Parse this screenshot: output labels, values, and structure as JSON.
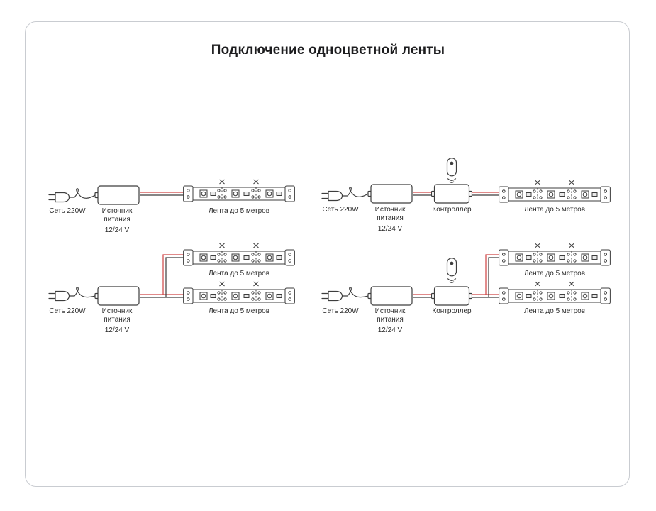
{
  "title": "Подключение одноцветной ленты",
  "diagrams": [
    {
      "name": "psu-strip",
      "components": [
        "plug",
        "power-supply",
        "led-strip"
      ],
      "mains_label": "Сеть 220W",
      "psu_label": [
        "Источник",
        "питания",
        "12/24 V"
      ],
      "strip_labels": [
        "Лента до 5 метров"
      ]
    },
    {
      "name": "psu-controller-strip",
      "components": [
        "plug",
        "power-supply",
        "controller",
        "remote",
        "led-strip"
      ],
      "mains_label": "Сеть 220W",
      "psu_label": [
        "Источник",
        "питания",
        "12/24 V"
      ],
      "controller_label": "Контроллер",
      "strip_labels": [
        "Лента до 5 метров"
      ]
    },
    {
      "name": "psu-two-strips",
      "components": [
        "plug",
        "power-supply",
        "led-strip",
        "led-strip"
      ],
      "mains_label": "Сеть 220W",
      "psu_label": [
        "Источник",
        "питания",
        "12/24 V"
      ],
      "strip_labels": [
        "Лента до 5 метров",
        "Лента до 5 метров"
      ]
    },
    {
      "name": "psu-controller-two-strips",
      "components": [
        "plug",
        "power-supply",
        "controller",
        "remote",
        "led-strip",
        "led-strip"
      ],
      "mains_label": "Сеть 220W",
      "psu_label": [
        "Источник",
        "питания",
        "12/24 V"
      ],
      "controller_label": "Контроллер",
      "strip_labels": [
        "Лента до 5 метров",
        "Лента до 5 метров"
      ]
    }
  ],
  "colors": {
    "wire_red": "#cf4343",
    "wire_dark": "#3d3d3d",
    "outline": "#3d3d3d",
    "frame_border": "#c9ccd1",
    "title_color": "#1d1d1f"
  }
}
